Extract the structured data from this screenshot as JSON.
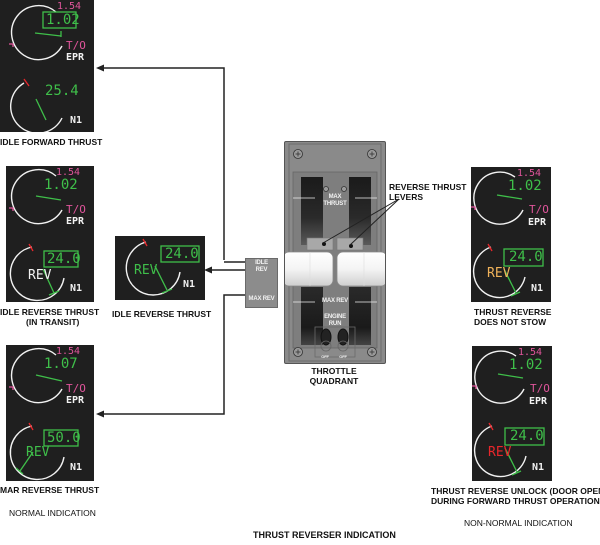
{
  "title": "THRUST REVERSER INDICATION",
  "sections": {
    "normal": "NORMAL INDICATION",
    "non_normal": "NON-NORMAL INDICATION"
  },
  "colors": {
    "display_bg": "#1f1f1f",
    "magenta": "#e0559b",
    "green": "#3fbf4a",
    "white": "#f2f2f2",
    "amber": "#f0b25a",
    "red": "#e8262b",
    "quadrant_gray": "#8a8a8a"
  },
  "displays": {
    "idle_forward": {
      "caption": "IDLE FORWARD THRUST",
      "epr_target": "1.54",
      "epr_value": "1.02",
      "epr_boxed": true,
      "epr_mode": "T/O",
      "epr_label": "EPR",
      "n1_value": "25.4",
      "n1_boxed": false,
      "rev_text": "",
      "rev_color": "",
      "n1_label": "N1"
    },
    "idle_reverse_transit": {
      "caption_line1": "IDLE REVERSE THRUST",
      "caption_line2": "(IN TRANSIT)",
      "epr_target": "1.54",
      "epr_value": "1.02",
      "epr_mode": "T/O",
      "epr_label": "EPR",
      "n1_value": "24.0",
      "rev_text": "REV",
      "rev_color": "white",
      "n1_label": "N1"
    },
    "max_reverse": {
      "caption": "MAR REVERSE THRUST",
      "epr_target": "1.54",
      "epr_value": "1.07",
      "epr_mode": "T/O",
      "epr_label": "EPR",
      "n1_value": "50.0",
      "rev_text": "REV",
      "rev_color": "green",
      "n1_label": "N1"
    },
    "idle_reverse": {
      "caption": "IDLE REVERSE THRUST",
      "n1_value": "24.0",
      "rev_text": "REV",
      "rev_color": "green",
      "n1_label": "N1"
    },
    "does_not_stow": {
      "caption_line1": "THRUST REVERSE",
      "caption_line2": "DOES NOT STOW",
      "epr_target": "1.54",
      "epr_value": "1.02",
      "epr_mode": "T/O",
      "epr_label": "EPR",
      "n1_value": "24.0",
      "rev_text": "REV",
      "rev_color": "amber",
      "n1_label": "N1"
    },
    "unlock_forward": {
      "caption_line1": "THRUST REVERSE UNLOCK (DOOR OPEN)",
      "caption_line2": "DURING FORWARD THRUST OPERATION",
      "epr_target": "1.54",
      "epr_value": "1.02",
      "epr_mode": "T/O",
      "epr_label": "EPR",
      "n1_value": "24.0",
      "rev_text": "REV",
      "rev_color": "red",
      "n1_label": "N1"
    }
  },
  "quadrant": {
    "caption_line1": "THROTTLE",
    "caption_line2": "QUADRANT",
    "callout_line1": "REVERSE THRUST",
    "callout_line2": "LEVERS",
    "max_thrust_line1": "MAX",
    "max_thrust_line2": "THRUST",
    "max_rev": "MAX REV",
    "engine_run_line1": "ENGINE",
    "engine_run_line2": "RUN",
    "off_left": "OFF",
    "off_right": "OFF",
    "scale_idle": "IDLE",
    "scale_rev": "REV",
    "scale_max_rev": "MAX REV"
  }
}
